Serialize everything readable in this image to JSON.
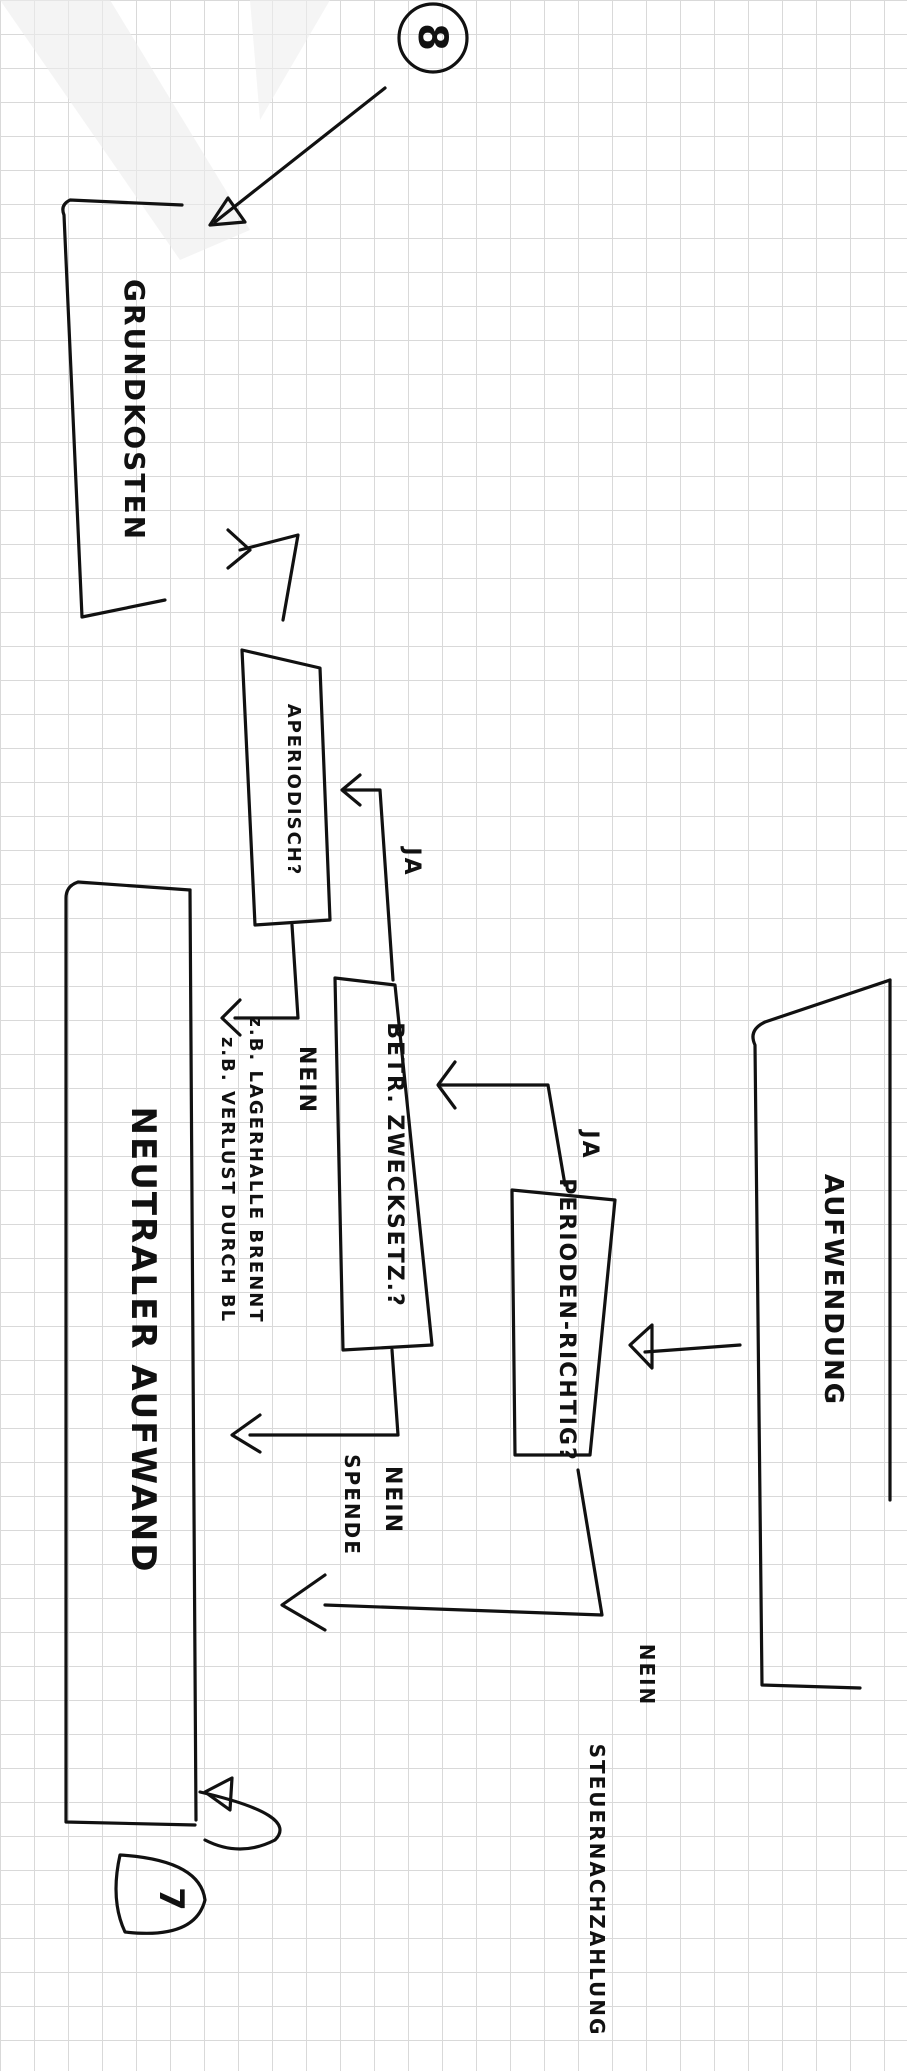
{
  "page_number_top": "8",
  "page_number_bottom": "7",
  "nodes": {
    "grundkosten": "GRUNDKOSTEN",
    "aperiodisch": "APERIODISCH?",
    "betriebszweck": "BETR. ZWECKSETZ.?",
    "periodenrichtig": "PERIODEN-RICHTIG?",
    "aufwendung": "AUFWENDUNG",
    "neutraler_aufwand": "NEUTRALER AUFWAND"
  },
  "edge_labels": {
    "ja_1": "JA",
    "ja_2": "JA",
    "nein_1": "NEIN",
    "nein_2": "NEIN",
    "nein_3": "NEIN"
  },
  "notes": {
    "lageruntergang_1": "z.B. LAGERHALLE BRENNT",
    "lageruntergang_2": "z.B. VERLUST DURCH BL",
    "spende": "SPENDE",
    "steuernachzahlung": "STEUERNACHZAHLUNG"
  },
  "colors": {
    "ink": "#111111",
    "grid": "#d9d9d9",
    "paper": "#ffffff"
  }
}
